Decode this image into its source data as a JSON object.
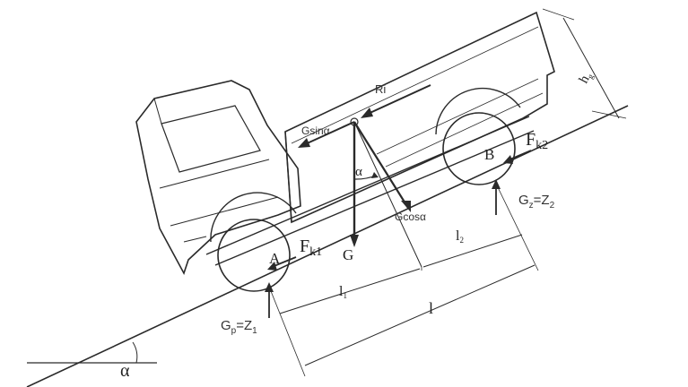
{
  "colors": {
    "ink": "#2a2a2a",
    "paper": "#ffffff"
  },
  "labels": {
    "point_a": "A",
    "point_b": "B",
    "point_g": "G",
    "force_front": "Fk1",
    "force_front_sub": "k1",
    "force_front_main": "F",
    "force_rear_main": "F",
    "force_rear_sub": "k2",
    "g_sin": "Gsinα",
    "g_cos": "Gcosα",
    "air_resistance": "Ri",
    "alpha_body": "α",
    "alpha_slope": "α",
    "front_reaction_lhs": "G",
    "front_reaction_lhs_sub": "p",
    "front_reaction_rhs": "=Z",
    "front_reaction_rhs_sub": "1",
    "rear_reaction_lhs": "G",
    "rear_reaction_lhs_sub": "z",
    "rear_reaction_rhs": "=Z",
    "rear_reaction_rhs_sub": "2",
    "dim_l1": "l",
    "dim_l1_sub": "1",
    "dim_l2": "l",
    "dim_l2_sub": "2",
    "dim_l": "l",
    "dim_h": "h",
    "dim_h_sub": "g"
  }
}
